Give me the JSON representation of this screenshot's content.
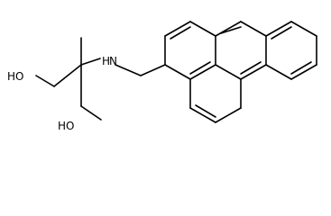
{
  "molecule": {
    "labels": {
      "ho_top": "HO",
      "ho_bottom": "HO",
      "nh": "H",
      "n": "N"
    },
    "colors": {
      "bond": "#000000",
      "background": "#ffffff"
    }
  }
}
